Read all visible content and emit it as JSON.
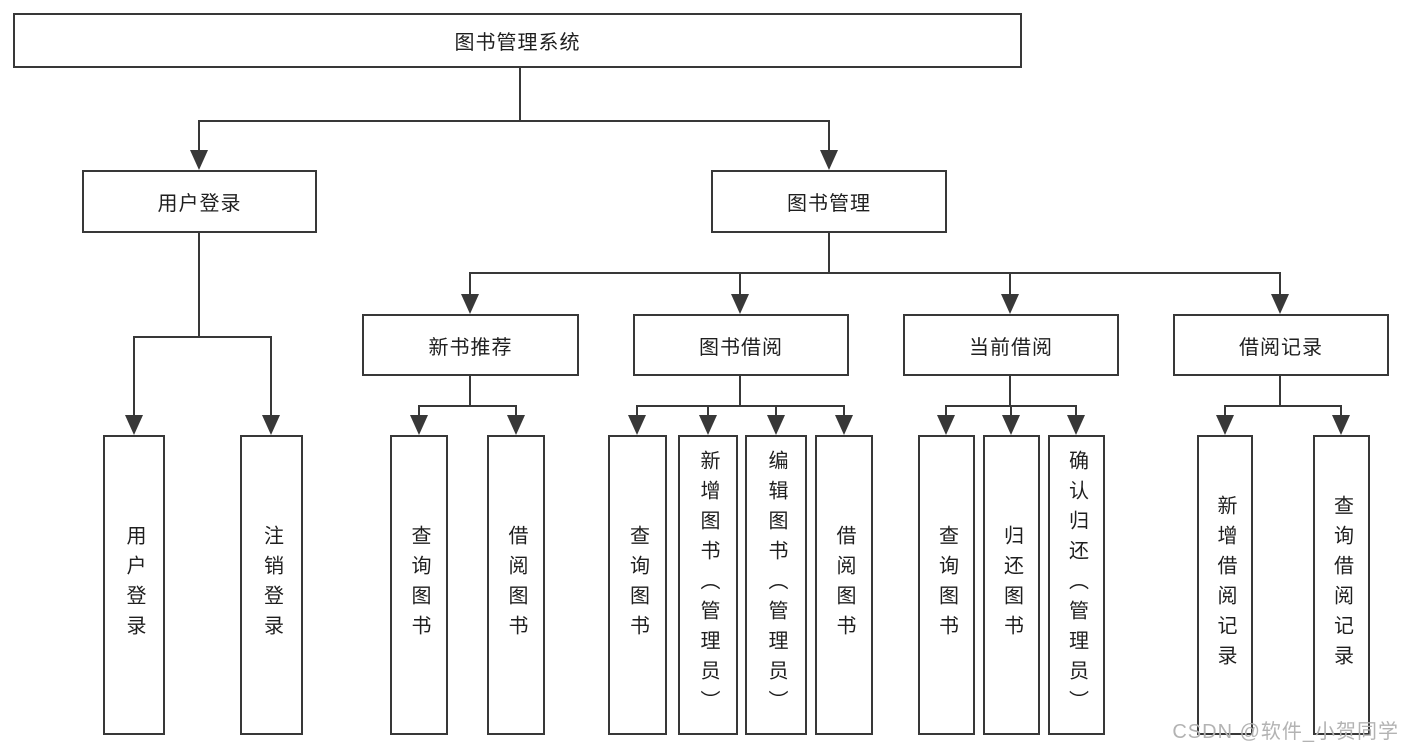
{
  "title": "图书管理系统",
  "watermark": "CSDN @软件_小贺同学",
  "colors": {
    "line": "#383838",
    "text": "#1f1f1f",
    "background": "#ffffff",
    "watermark": "#b3b3b3"
  },
  "level2": [
    {
      "label": "用户登录"
    },
    {
      "label": "图书管理"
    }
  ],
  "level3": [
    {
      "label": "新书推荐"
    },
    {
      "label": "图书借阅"
    },
    {
      "label": "当前借阅"
    },
    {
      "label": "借阅记录"
    }
  ],
  "leaves": {
    "user_login": [
      {
        "label": "用户登录"
      },
      {
        "label": "注销登录"
      }
    ],
    "new_book_recommend": [
      {
        "label": "查询图书"
      },
      {
        "label": "借阅图书"
      }
    ],
    "book_borrow": [
      {
        "label": "查询图书"
      },
      {
        "label": "新增图书（管理员）"
      },
      {
        "label": "编辑图书（管理员）"
      },
      {
        "label": "借阅图书"
      }
    ],
    "current_borrow": [
      {
        "label": "查询图书"
      },
      {
        "label": "归还图书"
      },
      {
        "label": "确认归还（管理员）"
      }
    ],
    "borrow_records": [
      {
        "label": "新增借阅记录"
      },
      {
        "label": "查询借阅记录"
      }
    ]
  }
}
